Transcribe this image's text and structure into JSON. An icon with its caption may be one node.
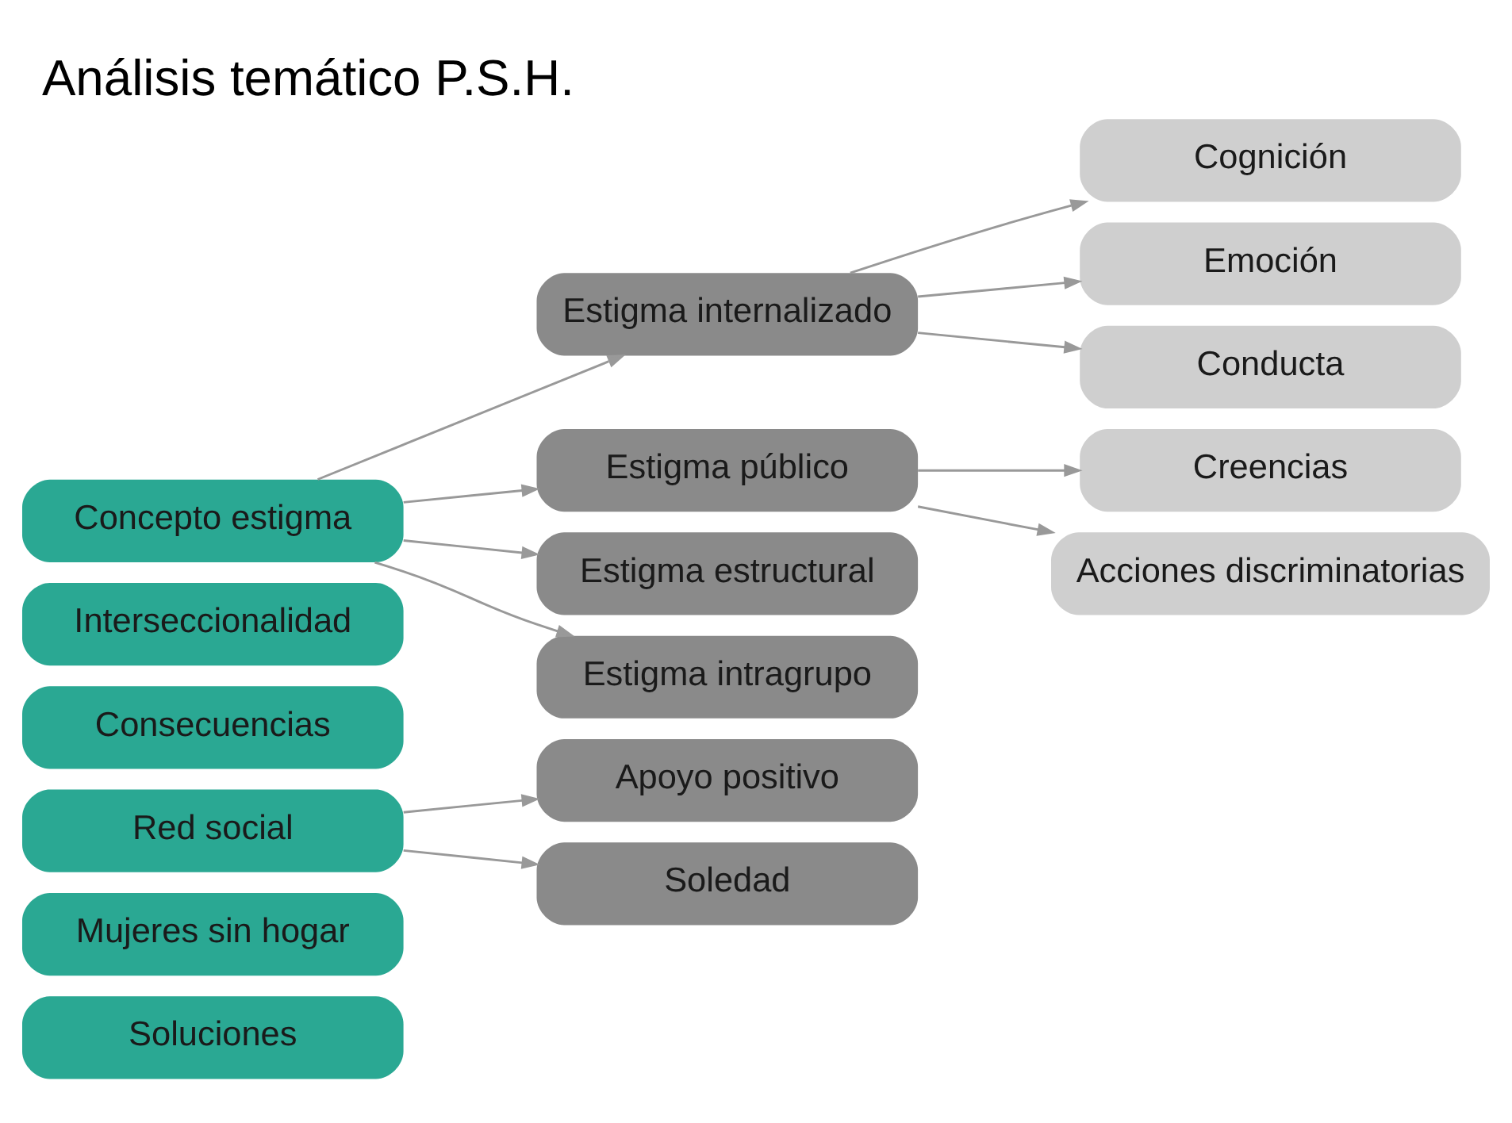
{
  "diagram": {
    "title": "Análisis temático P.S.H.",
    "nodes": [
      {
        "text": [
          "Concepto estigma"
        ]
      },
      {
        "text": [
          "Estigma internalizado"
        ]
      },
      {
        "text": [
          "Cognición"
        ]
      },
      {
        "text": [
          "Emoción"
        ]
      },
      {
        "text": [
          "Conducta"
        ]
      },
      {
        "text": [
          "Estigma público"
        ]
      },
      {
        "text": [
          "Creencias"
        ]
      },
      {
        "text": [
          "Acciones discriminatorias"
        ]
      },
      {
        "text": [
          "Estigma estructural"
        ]
      },
      {
        "text": [
          "Estigma intragrupo"
        ]
      },
      {
        "text": [
          "Interseccionalidad"
        ]
      },
      {
        "text": [
          "Consecuencias"
        ]
      },
      {
        "text": [
          "Red social"
        ]
      },
      {
        "text": [
          "Apoyo positivo"
        ]
      },
      {
        "text": [
          "Soledad"
        ]
      },
      {
        "text": [
          "Mujeres sin hogar"
        ]
      },
      {
        "text": [
          "Soluciones"
        ]
      }
    ],
    "edges": [
      {
        "from": 0,
        "to": 1,
        "arrow": "to"
      },
      {
        "from": 1,
        "to": 2,
        "arrow": "to"
      },
      {
        "from": 1,
        "to": 3,
        "arrow": "to"
      },
      {
        "from": 1,
        "to": 4,
        "arrow": "to"
      },
      {
        "from": 0,
        "to": 5,
        "arrow": "to"
      },
      {
        "from": 5,
        "to": 6,
        "arrow": "to"
      },
      {
        "from": 5,
        "to": 7,
        "arrow": "to"
      },
      {
        "from": 0,
        "to": 8,
        "arrow": "to"
      },
      {
        "from": 0,
        "to": 9,
        "arrow": "to"
      },
      {
        "from": 12,
        "to": 13,
        "arrow": "to"
      },
      {
        "from": 12,
        "to": 14,
        "arrow": "to"
      }
    ]
  }
}
